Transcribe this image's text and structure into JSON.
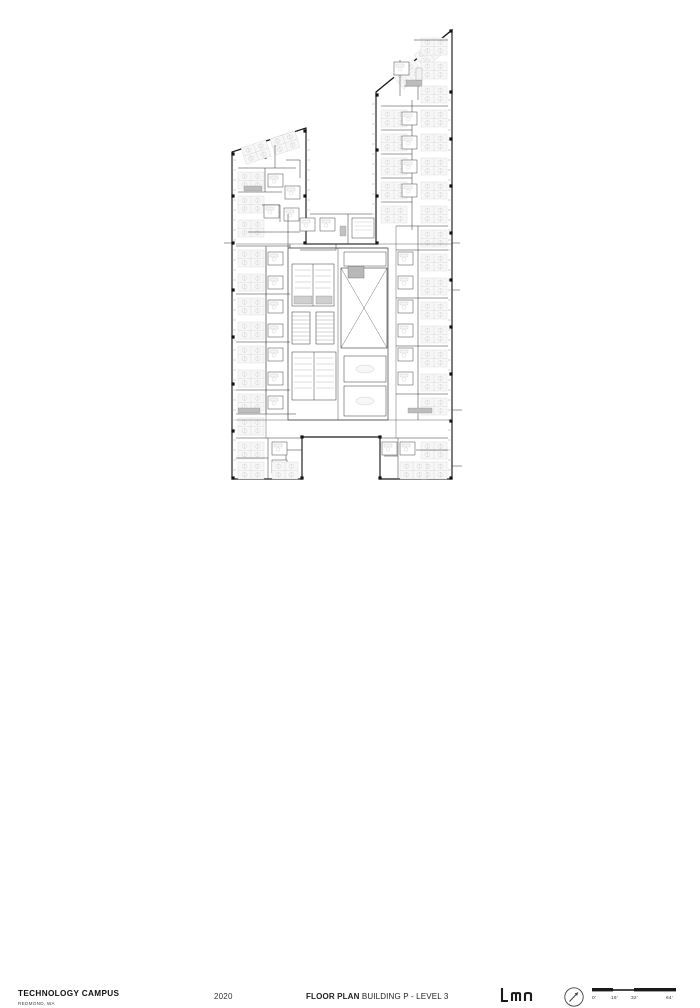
{
  "sheet": {
    "project_name": "TECHNOLOGY CAMPUS",
    "project_location": "REDMOND, WA",
    "year": "2020",
    "sheet_title": "FLOOR PLAN",
    "sheet_subtitle": " BUILDING P - LEVEL 3",
    "firm_logo": "lmn-logo",
    "north_arrow": "north-arrow-icon",
    "background_color": "#ffffff",
    "line_color": "#1a1a1a"
  },
  "scale": {
    "ticks": [
      "0'",
      "16'",
      "32'",
      "64'"
    ],
    "unit": "feet"
  },
  "drawing": {
    "type": "architectural-floor-plan",
    "description": "Level 3 office floor plan, U-shaped footprint with angled north facades",
    "core_elements": [
      "elevator-bank",
      "stair-shaft",
      "restrooms",
      "mechanical-shaft"
    ],
    "program_areas": [
      "open-workstations",
      "private-offices",
      "meeting-rooms",
      "huddle-rooms",
      "circulation-corridor"
    ]
  }
}
